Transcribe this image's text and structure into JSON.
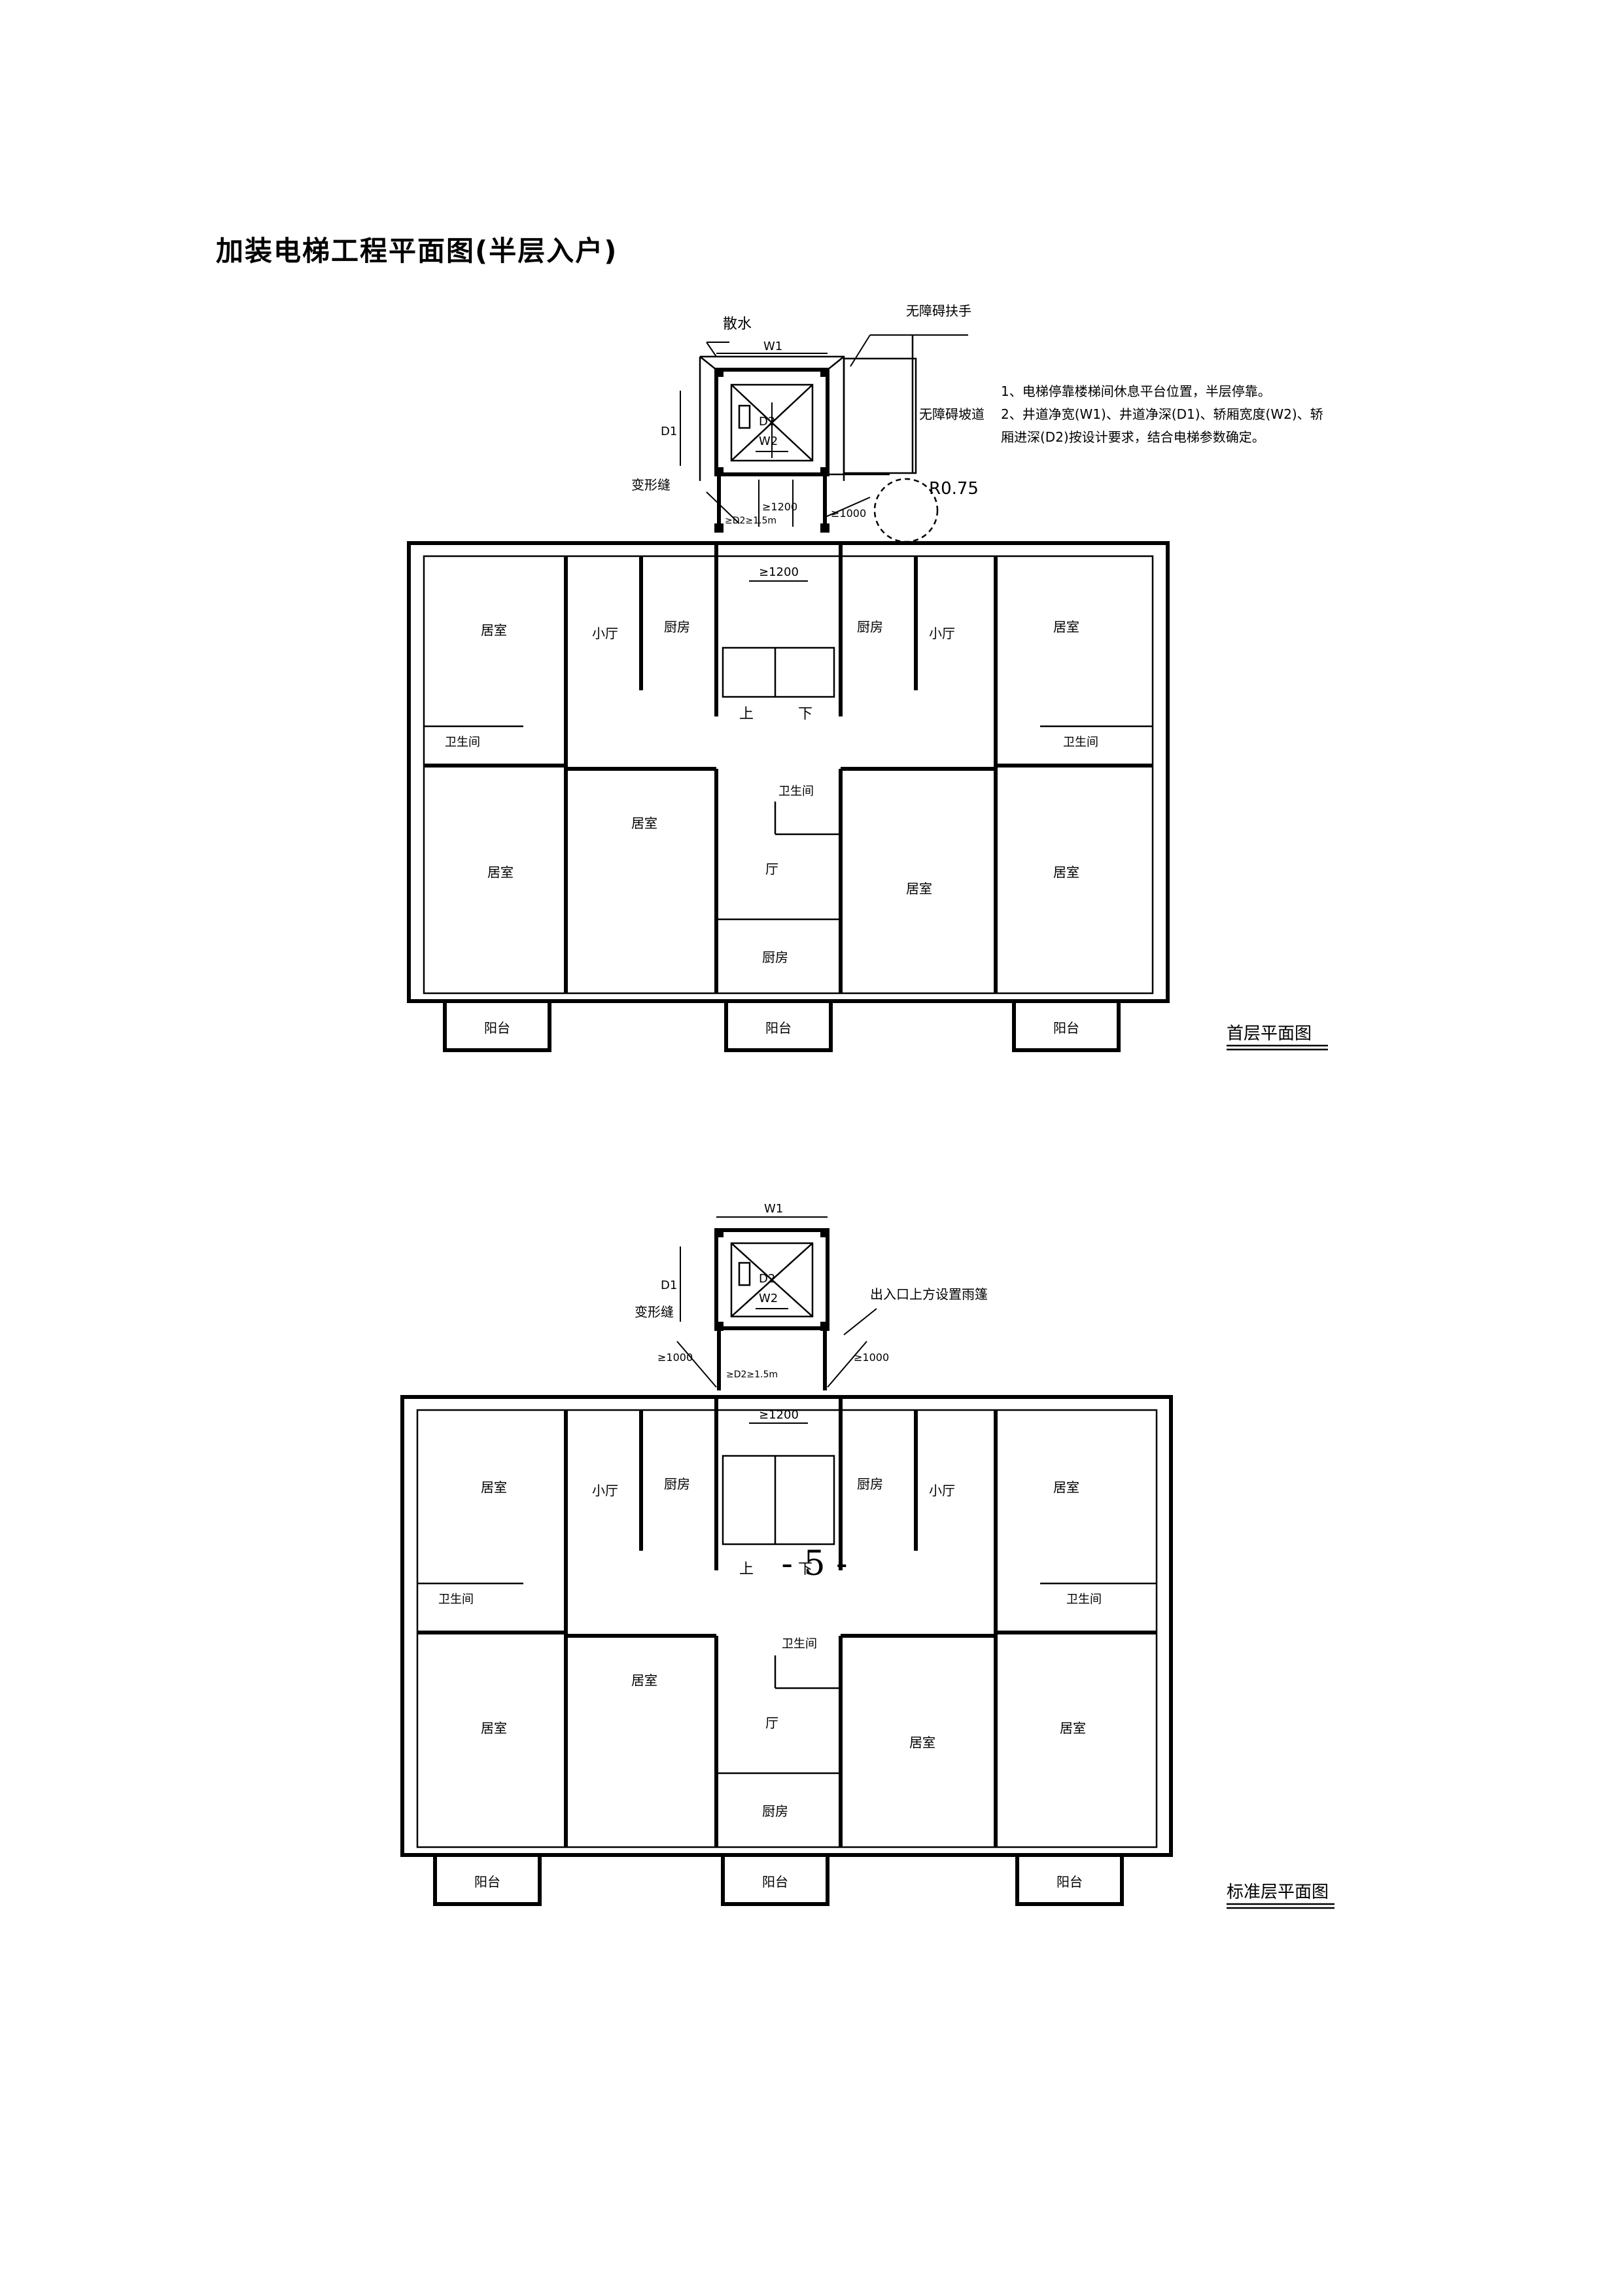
{
  "page": {
    "title": "加装电梯工程平面图(半层入户)",
    "page_number": "- 5 -"
  },
  "notes": {
    "line1": "1、电梯停靠楼梯间休息平台位置，半层停靠。",
    "line2": "2、井道净宽(W1)、井道净深(D1)、轿厢宽度(W2)、轿",
    "line3": "厢进深(D2)按设计要求，结合电梯参数确定。"
  },
  "ground_plan": {
    "caption": "首层平面图",
    "label_sanshui": "散水",
    "label_handrail": "无障碍扶手",
    "label_ramp": "无障碍坡道",
    "label_joint": "变形缝",
    "label_radius": "R0.75",
    "dim_w1": "W1",
    "dim_d1": "D1",
    "dim_w2": "W2",
    "dim_d2": "D2",
    "dim_1200_a": "≥1200",
    "dim_1200_b": "≥1200",
    "dim_1000": "≥1000",
    "dim_d2_15": "≥D2≥1.5m"
  },
  "standard_plan": {
    "caption": "标准层平面图",
    "label_canopy": "出入口上方设置雨篷",
    "label_joint": "变形缝",
    "dim_w1": "W1",
    "dim_d1": "D1",
    "dim_w2": "W2",
    "dim_d2": "D2",
    "dim_1200": "≥1200",
    "dim_1000_l": "≥1000",
    "dim_1000_r": "≥1000",
    "dim_d2_15": "≥D2≥1.5m"
  },
  "rooms": {
    "bedroom": "居室",
    "small_hall": "小厅",
    "kitchen": "厨房",
    "bathroom": "卫生间",
    "hall": "厅",
    "balcony": "阳台",
    "up": "上",
    "down": "下"
  }
}
